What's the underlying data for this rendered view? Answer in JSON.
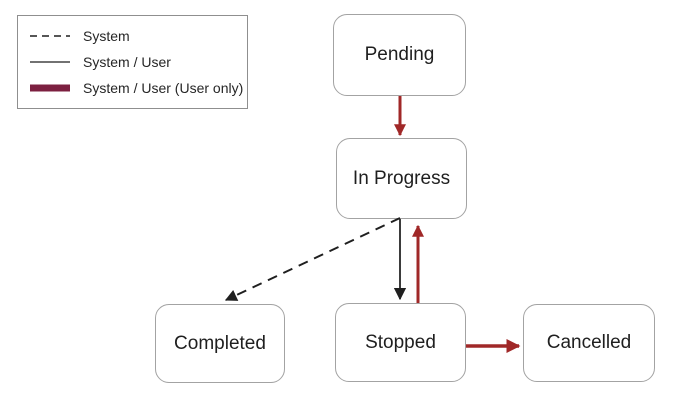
{
  "colors": {
    "black_line": "#1f1f1f",
    "arrow_red": "#a02828",
    "legend_user_only": "#7c2040"
  },
  "legend": {
    "items": [
      {
        "label": "System",
        "style": "dashed-black-line"
      },
      {
        "label": "System / User",
        "style": "solid-black-line"
      },
      {
        "label": "System / User (User only)",
        "style": "thick-maroon-line"
      }
    ]
  },
  "diagram": {
    "type": "state-transition",
    "nodes": [
      {
        "id": "pending",
        "label": "Pending"
      },
      {
        "id": "in-progress",
        "label": "In Progress"
      },
      {
        "id": "completed",
        "label": "Completed"
      },
      {
        "id": "stopped",
        "label": "Stopped"
      },
      {
        "id": "cancelled",
        "label": "Cancelled"
      }
    ],
    "edges": [
      {
        "from": "Pending",
        "to": "In Progress",
        "actor": "System / User (User only)",
        "style": "red-solid"
      },
      {
        "from": "In Progress",
        "to": "Completed",
        "actor": "System",
        "style": "black-dashed"
      },
      {
        "from": "In Progress",
        "to": "Stopped",
        "actor": "System / User",
        "style": "black-solid"
      },
      {
        "from": "Stopped",
        "to": "In Progress",
        "actor": "System / User (User only)",
        "style": "red-solid"
      },
      {
        "from": "Stopped",
        "to": "Cancelled",
        "actor": "System / User (User only)",
        "style": "red-solid"
      }
    ]
  }
}
